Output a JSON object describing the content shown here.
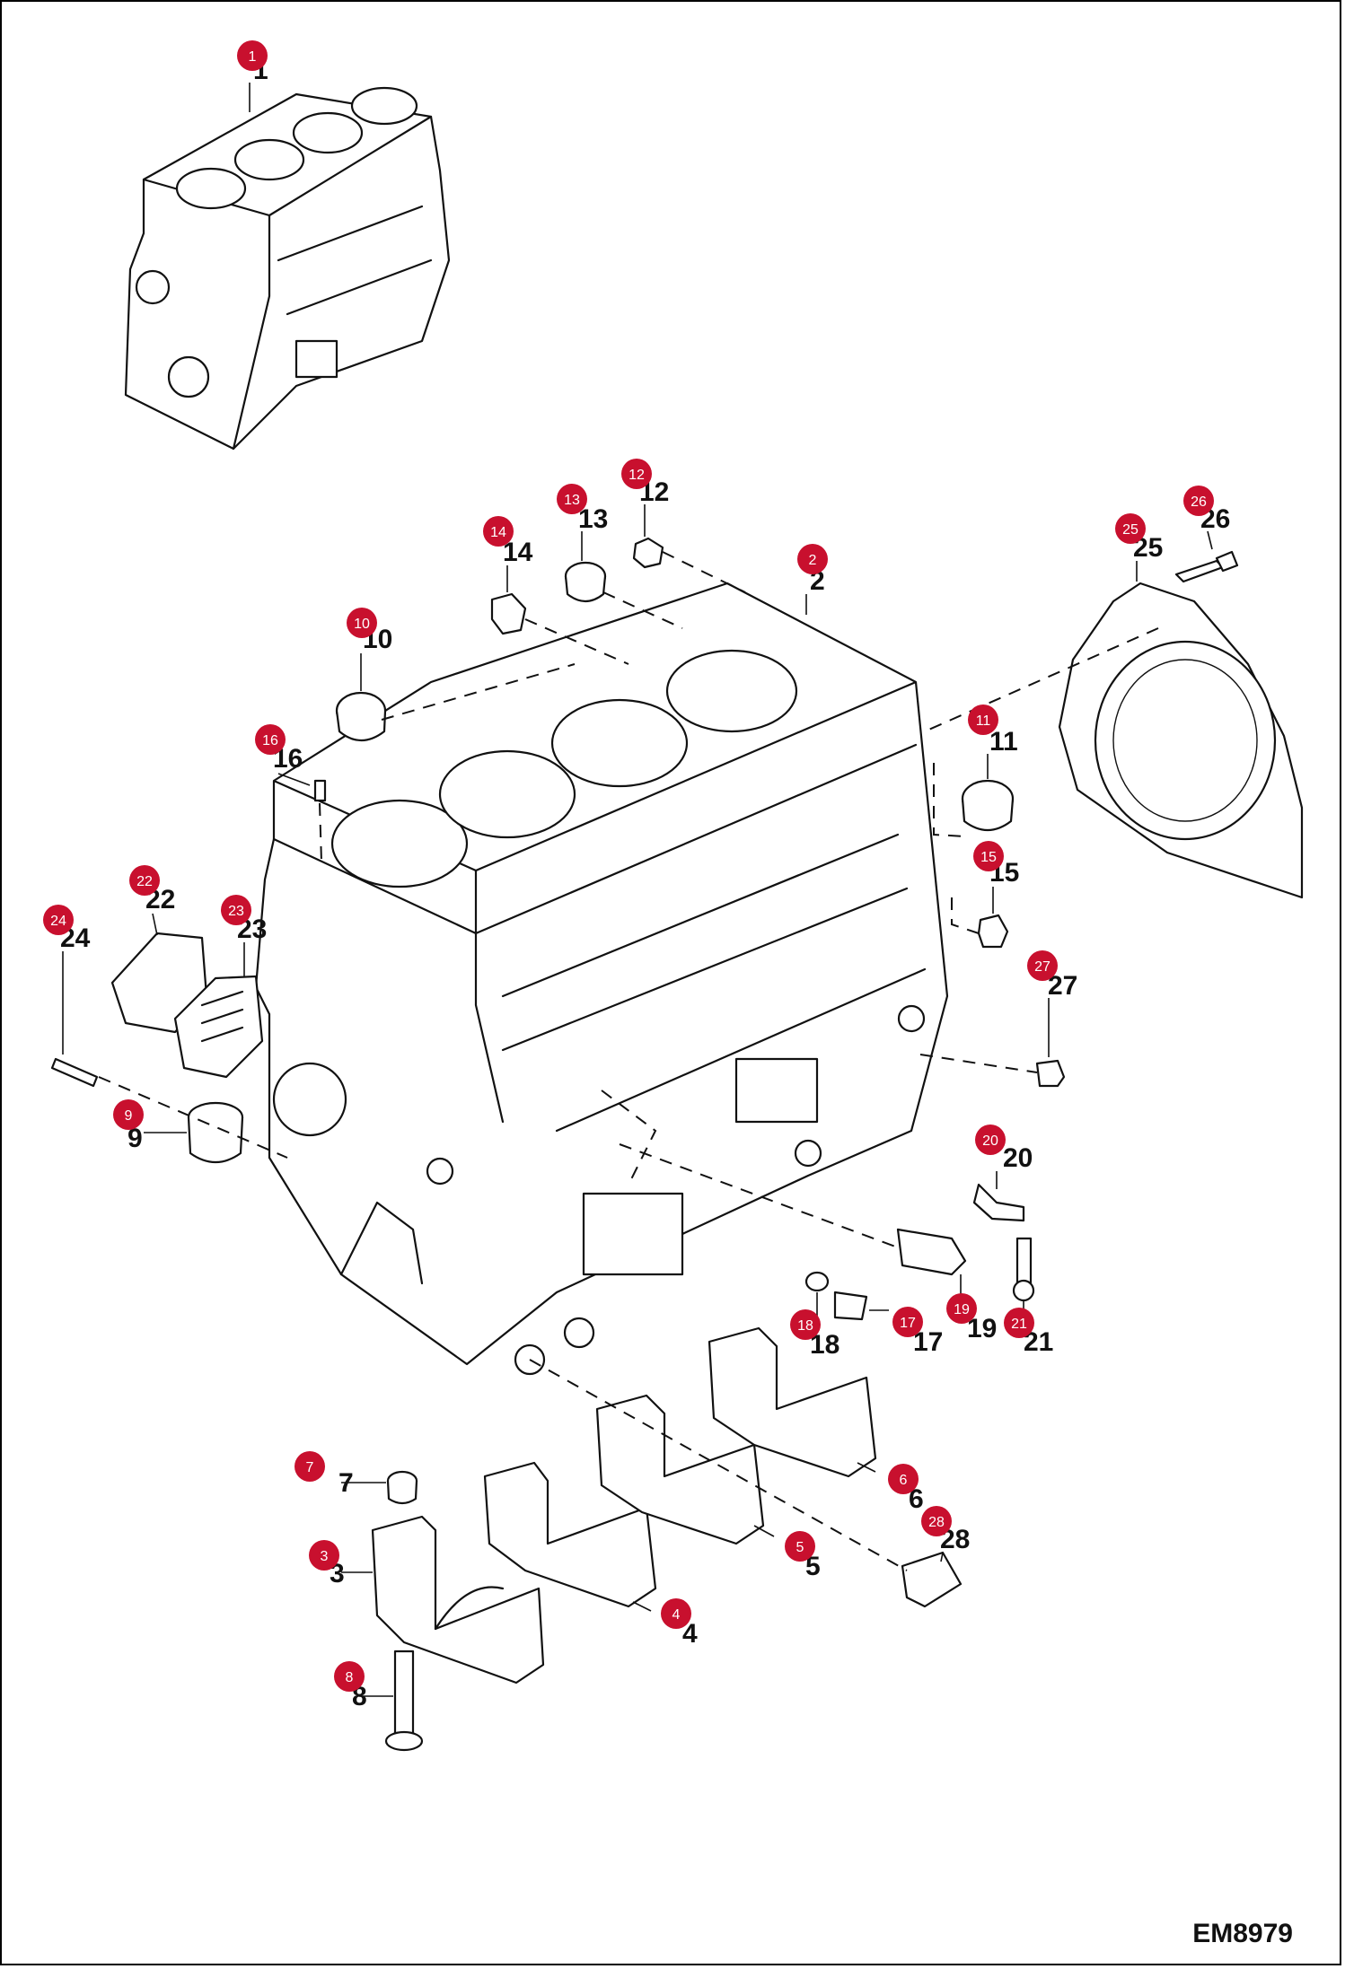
{
  "figure_code": "EM8979",
  "callouts": [
    {
      "id": "1",
      "label": "1"
    },
    {
      "id": "2",
      "label": "2"
    },
    {
      "id": "3",
      "label": "3"
    },
    {
      "id": "4",
      "label": "4"
    },
    {
      "id": "5",
      "label": "5"
    },
    {
      "id": "6",
      "label": "6"
    },
    {
      "id": "7",
      "label": "7"
    },
    {
      "id": "8",
      "label": "8"
    },
    {
      "id": "9",
      "label": "9"
    },
    {
      "id": "10",
      "label": "10"
    },
    {
      "id": "11",
      "label": "11"
    },
    {
      "id": "12",
      "label": "12"
    },
    {
      "id": "13",
      "label": "13"
    },
    {
      "id": "14",
      "label": "14"
    },
    {
      "id": "15",
      "label": "15"
    },
    {
      "id": "16",
      "label": "16"
    },
    {
      "id": "17",
      "label": "17"
    },
    {
      "id": "18",
      "label": "18"
    },
    {
      "id": "19",
      "label": "19"
    },
    {
      "id": "20",
      "label": "20"
    },
    {
      "id": "21",
      "label": "21"
    },
    {
      "id": "22",
      "label": "22"
    },
    {
      "id": "23",
      "label": "23"
    },
    {
      "id": "24",
      "label": "24"
    },
    {
      "id": "25",
      "label": "25"
    },
    {
      "id": "26",
      "label": "26"
    },
    {
      "id": "27",
      "label": "27"
    },
    {
      "id": "28",
      "label": "28"
    }
  ],
  "colors": {
    "badge": "#c8102e",
    "line": "#111111",
    "watermark": "#e23a3a"
  }
}
